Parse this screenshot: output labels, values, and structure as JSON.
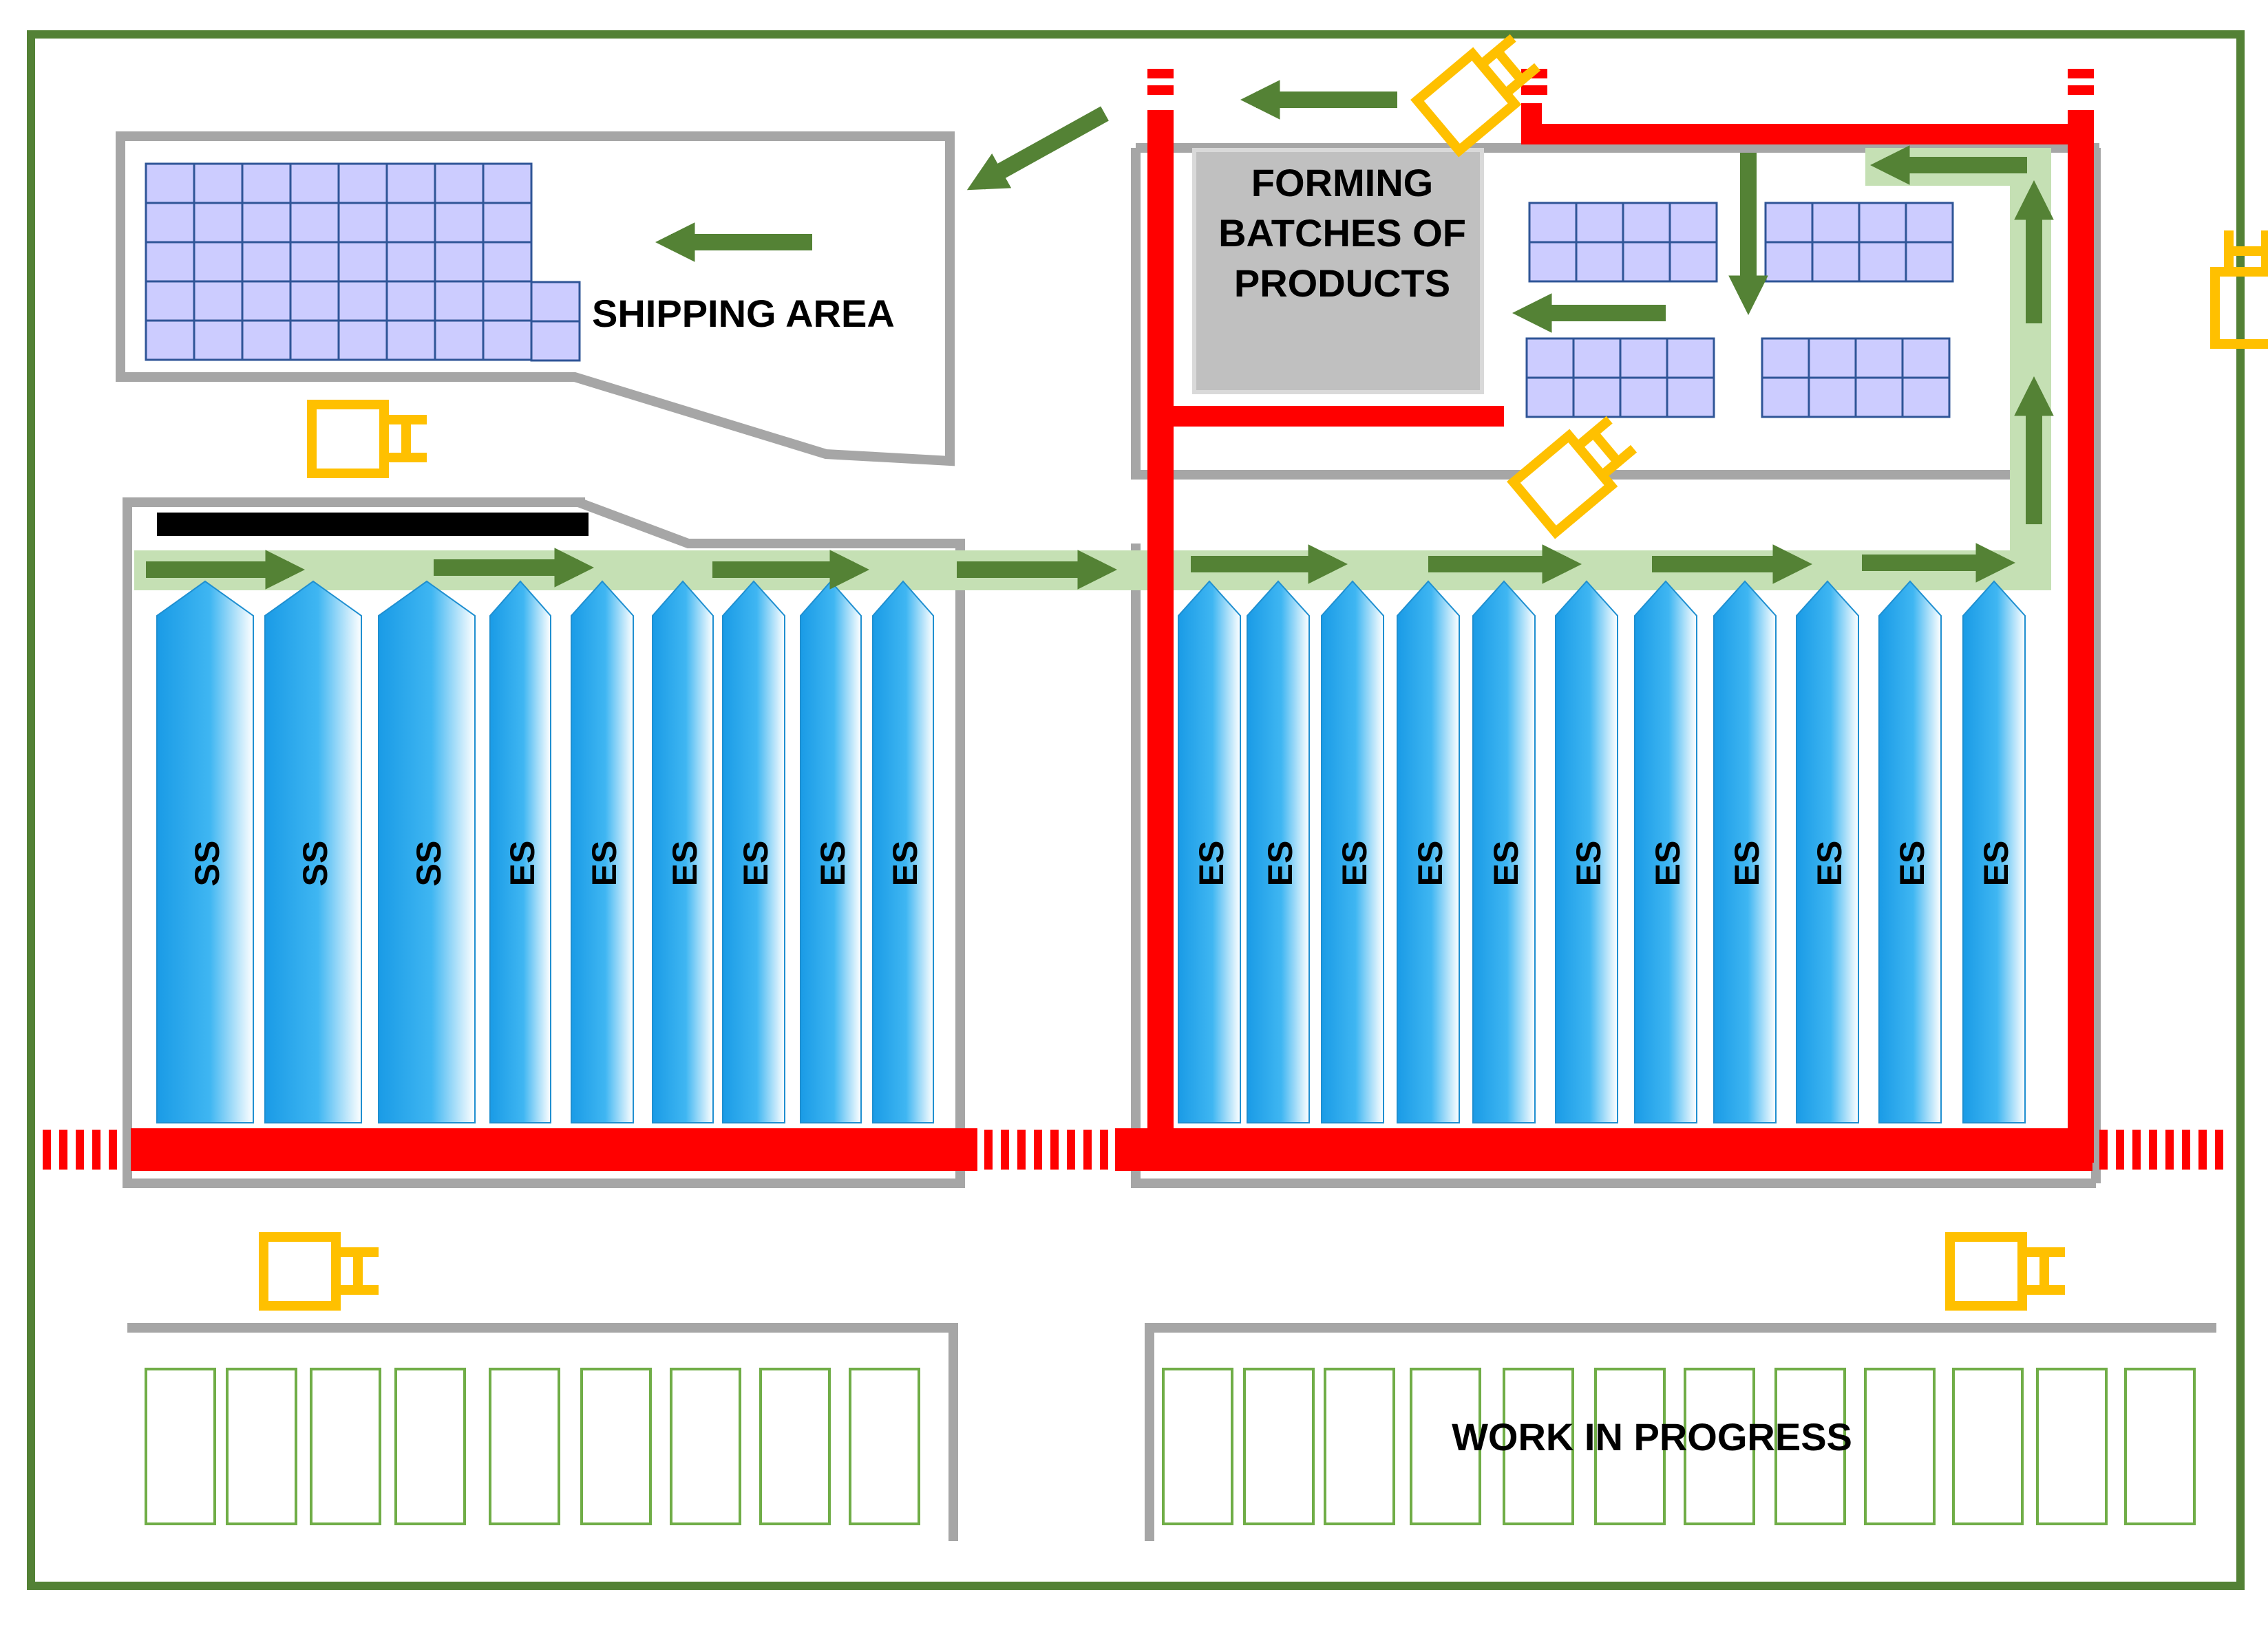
{
  "labels": {
    "shipping": "SHIPPING AREA",
    "forming": [
      "FORMING",
      "BATCHES OF",
      "PRODUCTS"
    ],
    "wip": "WORK IN PROGRESS"
  },
  "racks_left": [
    "SS",
    "SS",
    "SS",
    "ES",
    "ES",
    "ES",
    "ES",
    "ES",
    "ES"
  ],
  "racks_right": [
    "ES",
    "ES",
    "ES",
    "ES",
    "ES",
    "ES",
    "ES",
    "ES",
    "ES",
    "ES",
    "ES"
  ],
  "colors": {
    "frame": "#538135",
    "wall": "#a6a6a6",
    "safety_line": "#ff0000",
    "forklift": "#ffc000",
    "flow_arrow": "#548235",
    "flow_lane": "#c5e0b4",
    "rack_blue": "#1fa2ea",
    "pallet_fill": "#ccccff",
    "pallet_stroke": "#2f5597",
    "forming_zone": "#bfbfbf",
    "wip_slot": "#70ad47"
  },
  "icons": [
    "forklift-icon",
    "flow-arrow-icon"
  ]
}
